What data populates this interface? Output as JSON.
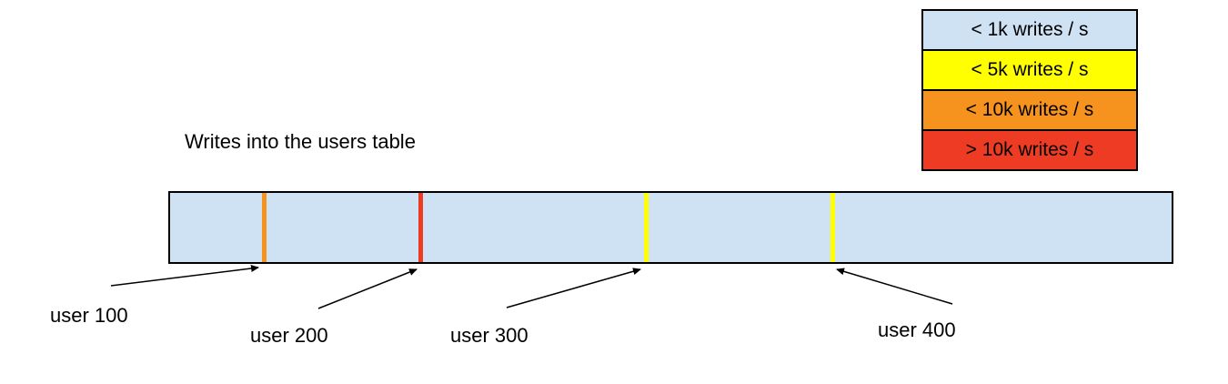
{
  "title": "Writes into the users table",
  "legend": {
    "items": [
      {
        "label": "< 1k writes / s",
        "color": "#cfe2f3"
      },
      {
        "label": "< 5k writes / s",
        "color": "#ffff00"
      },
      {
        "label": "< 10k writes / s",
        "color": "#f6921e"
      },
      {
        "label": "> 10k writes / s",
        "color": "#ee3b24"
      }
    ]
  },
  "bar": {
    "fill": "#cfe2f3",
    "markers": [
      {
        "name": "user-100",
        "color": "#f6921e"
      },
      {
        "name": "user-200",
        "color": "#ee3b24"
      },
      {
        "name": "user-300",
        "color": "#ffff00"
      },
      {
        "name": "user-400",
        "color": "#ffff00"
      }
    ]
  },
  "labels": [
    {
      "text": "user 100"
    },
    {
      "text": "user 200"
    },
    {
      "text": "user 300"
    },
    {
      "text": "user 400"
    }
  ]
}
